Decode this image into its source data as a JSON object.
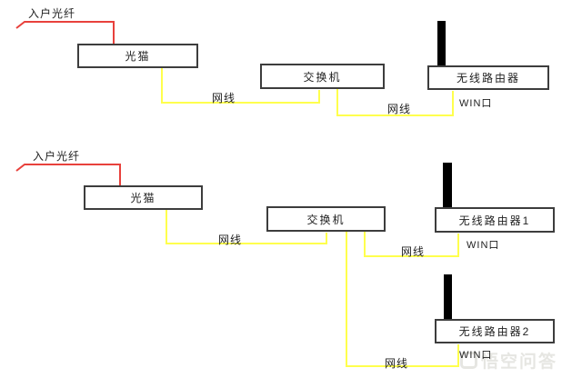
{
  "diagram1": {
    "fiber_label": "入户光纤",
    "modem_label": "光猫",
    "switch_label": "交换机",
    "router_label": "无线路由器",
    "cable_label_1": "网线",
    "cable_label_2": "网线",
    "wan_port_label": "WIN口"
  },
  "diagram2": {
    "fiber_label": "入户光纤",
    "modem_label": "光猫",
    "switch_label": "交换机",
    "router1_label": "无线路由器1",
    "router2_label": "无线路由器2",
    "cable_label_1": "网线",
    "cable_label_2": "网线",
    "cable_label_3": "网线",
    "wan_port1_label": "WIN口",
    "wan_port2_label": "WIN口"
  },
  "watermark": {
    "logo": "wukong-logo",
    "text": "悟空问答"
  },
  "colors": {
    "fiber_line": "#e8413c",
    "ethernet_line": "#ffff4d",
    "box_border": "#3d3d3d",
    "antenna": "#000000",
    "text": "#1f1f1f",
    "watermark": "#e6e6e2"
  }
}
